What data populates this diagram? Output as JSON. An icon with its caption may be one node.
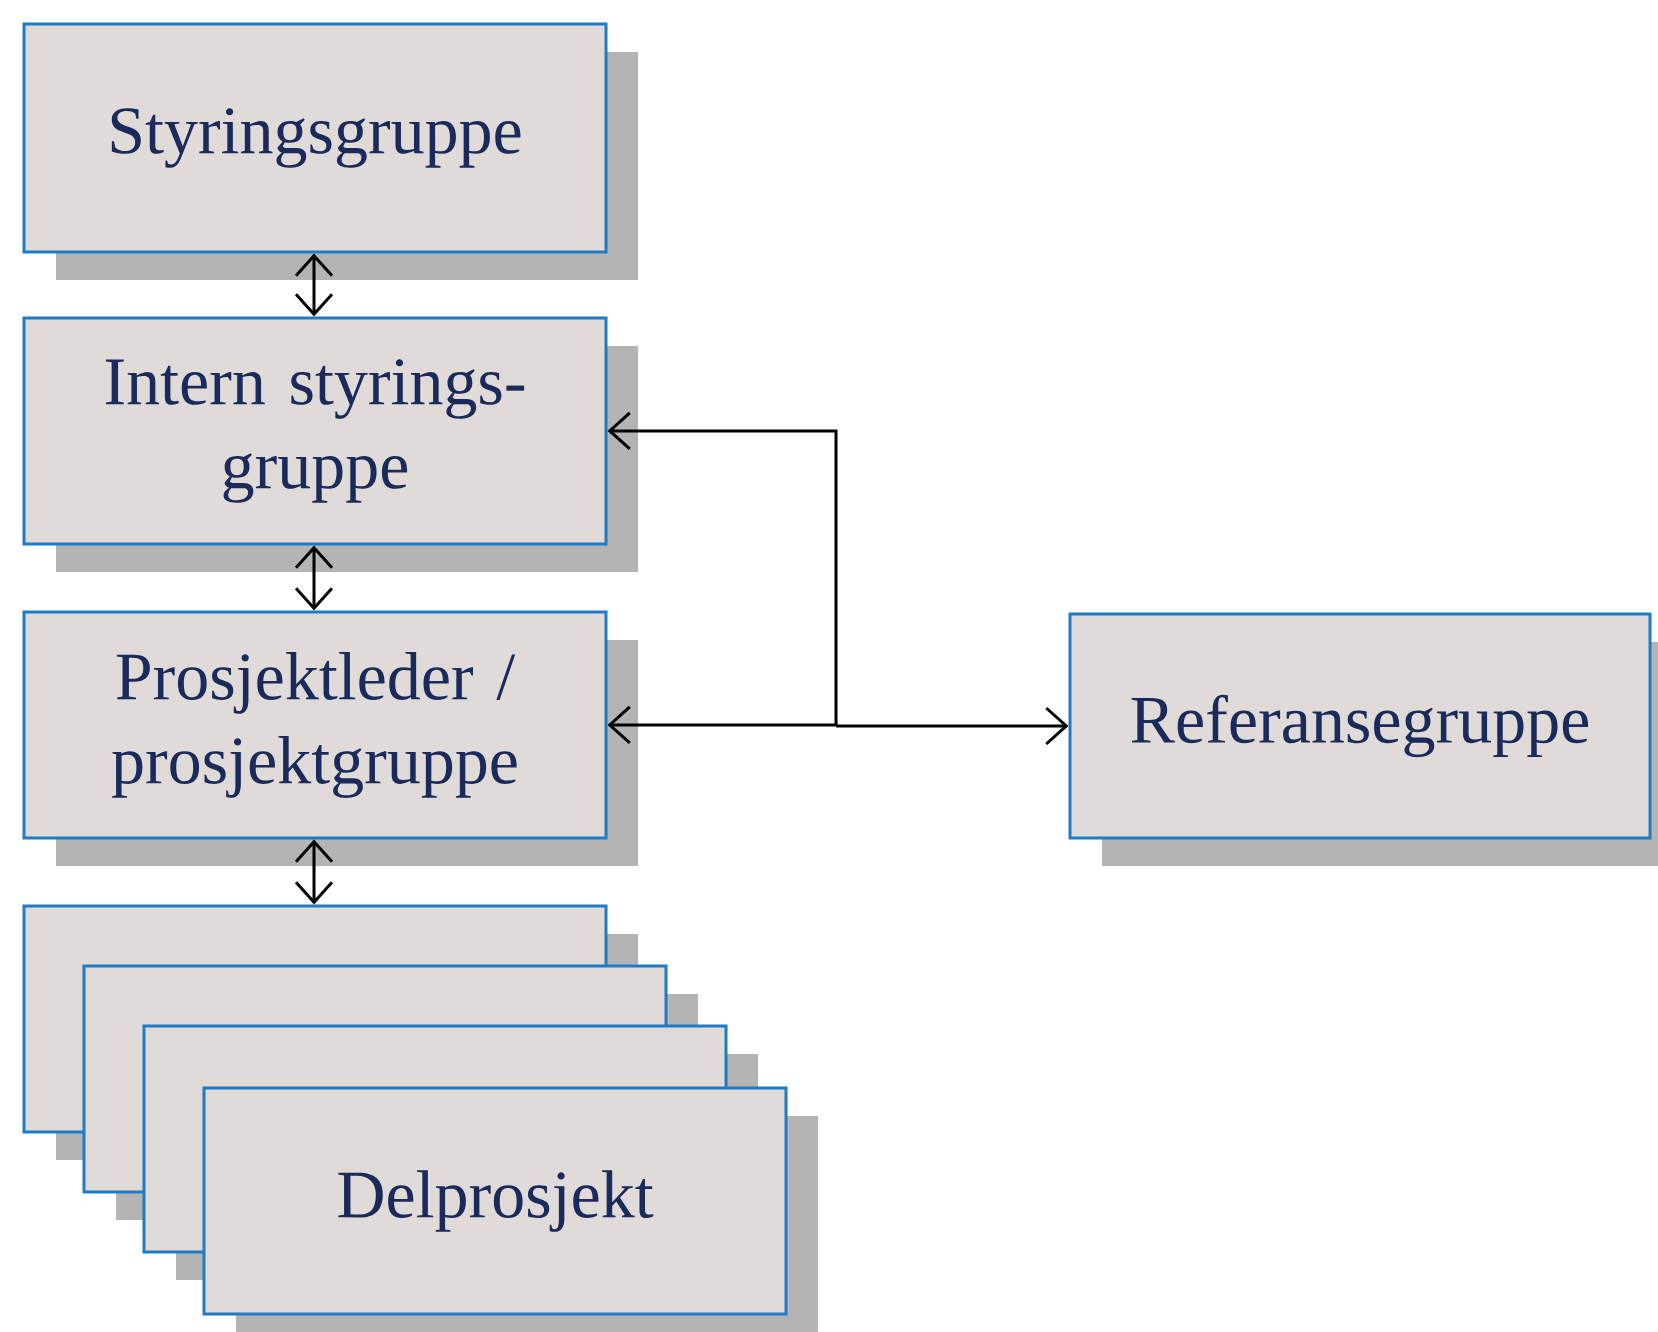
{
  "diagram": {
    "nodes": [
      {
        "text": [
          "Styringsgruppe"
        ]
      },
      {
        "text": [
          "Intern styrings- gruppe"
        ]
      },
      {
        "text": [
          "Prosjektleder / prosjektgruppe"
        ]
      },
      {
        "text": [
          "Referansegruppe"
        ]
      },
      {
        "text": [],
        "shape": "box"
      },
      {
        "text": [],
        "shape": "box"
      },
      {
        "text": [],
        "shape": "box"
      },
      {
        "text": [
          "Delprosjekt"
        ]
      }
    ],
    "edges": [
      {
        "from": 0,
        "to": 1,
        "arrow": "both"
      },
      {
        "from": 1,
        "to": 2,
        "arrow": "both"
      },
      {
        "from": 2,
        "to": 4,
        "arrow": "both"
      },
      {
        "from": 3,
        "to": 1,
        "arrow": "both"
      },
      {
        "from": 3,
        "to": 2,
        "arrow": "both"
      }
    ]
  }
}
